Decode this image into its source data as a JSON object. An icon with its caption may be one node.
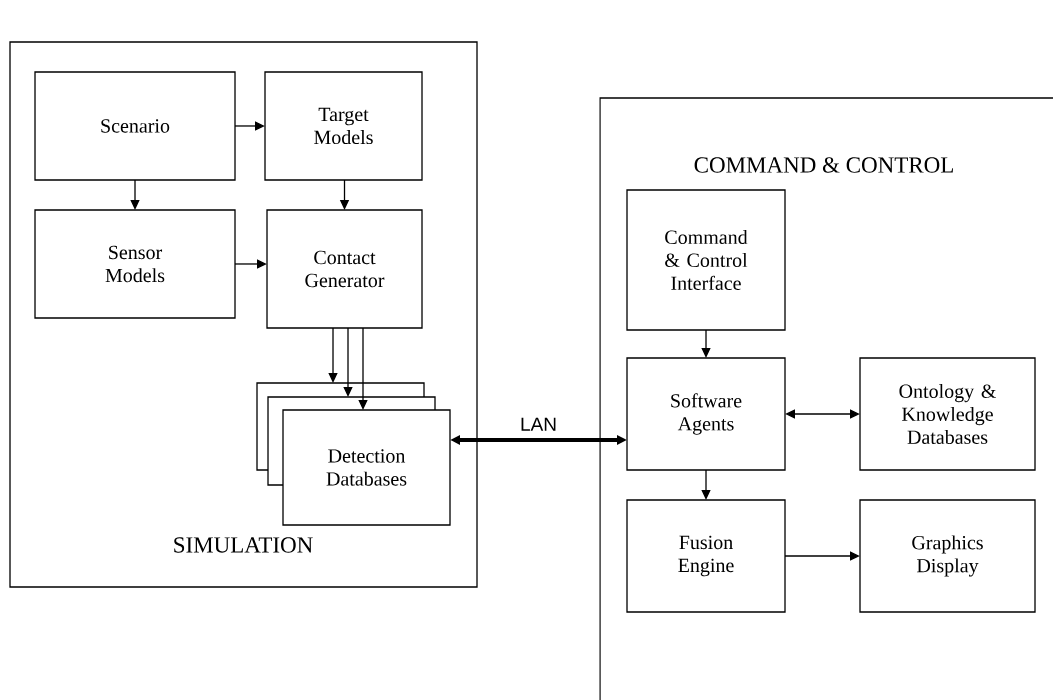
{
  "diagram": {
    "nodes": [
      {
        "text": [
          "SIMULATION"
        ]
      },
      {
        "text": [
          "Scenario"
        ],
        "in": 0
      },
      {
        "text": [
          "Target Models"
        ],
        "in": 0
      },
      {
        "text": [
          "Sensor Models"
        ],
        "in": 0
      },
      {
        "text": [
          "Contact Generator"
        ],
        "in": 0
      },
      {
        "text": [
          "Detection Databases"
        ],
        "in": 0
      },
      {
        "text": [
          "COMMAND & CONTROL"
        ]
      },
      {
        "text": [
          "Command & Control Interface"
        ],
        "in": 6
      },
      {
        "text": [
          "Software Agents"
        ],
        "in": 6
      },
      {
        "text": [
          "Ontology & Knowledge Databases"
        ],
        "in": 6
      },
      {
        "text": [
          "Fusion Engine"
        ],
        "in": 6
      },
      {
        "text": [
          "Graphics Display"
        ],
        "in": 6
      }
    ],
    "edges": [
      {
        "from": 1,
        "to": 2,
        "arrow": "to"
      },
      {
        "from": 1,
        "to": 3,
        "arrow": "to"
      },
      {
        "from": 2,
        "to": 4,
        "arrow": "to"
      },
      {
        "from": 3,
        "to": 4,
        "arrow": "to"
      },
      {
        "from": 4,
        "to": 5,
        "arrow": "to"
      },
      {
        "from": 4,
        "to": 5,
        "arrow": "to"
      },
      {
        "from": 4,
        "to": 5,
        "arrow": "to"
      },
      {
        "from": 5,
        "to": 8,
        "arrow": "both",
        "label": "LAN",
        "style": "thick"
      },
      {
        "from": 7,
        "to": 8,
        "arrow": "to"
      },
      {
        "from": 8,
        "to": 9,
        "arrow": "both"
      },
      {
        "from": 8,
        "to": 10,
        "arrow": "to"
      },
      {
        "from": 10,
        "to": 11,
        "arrow": "to"
      }
    ]
  }
}
